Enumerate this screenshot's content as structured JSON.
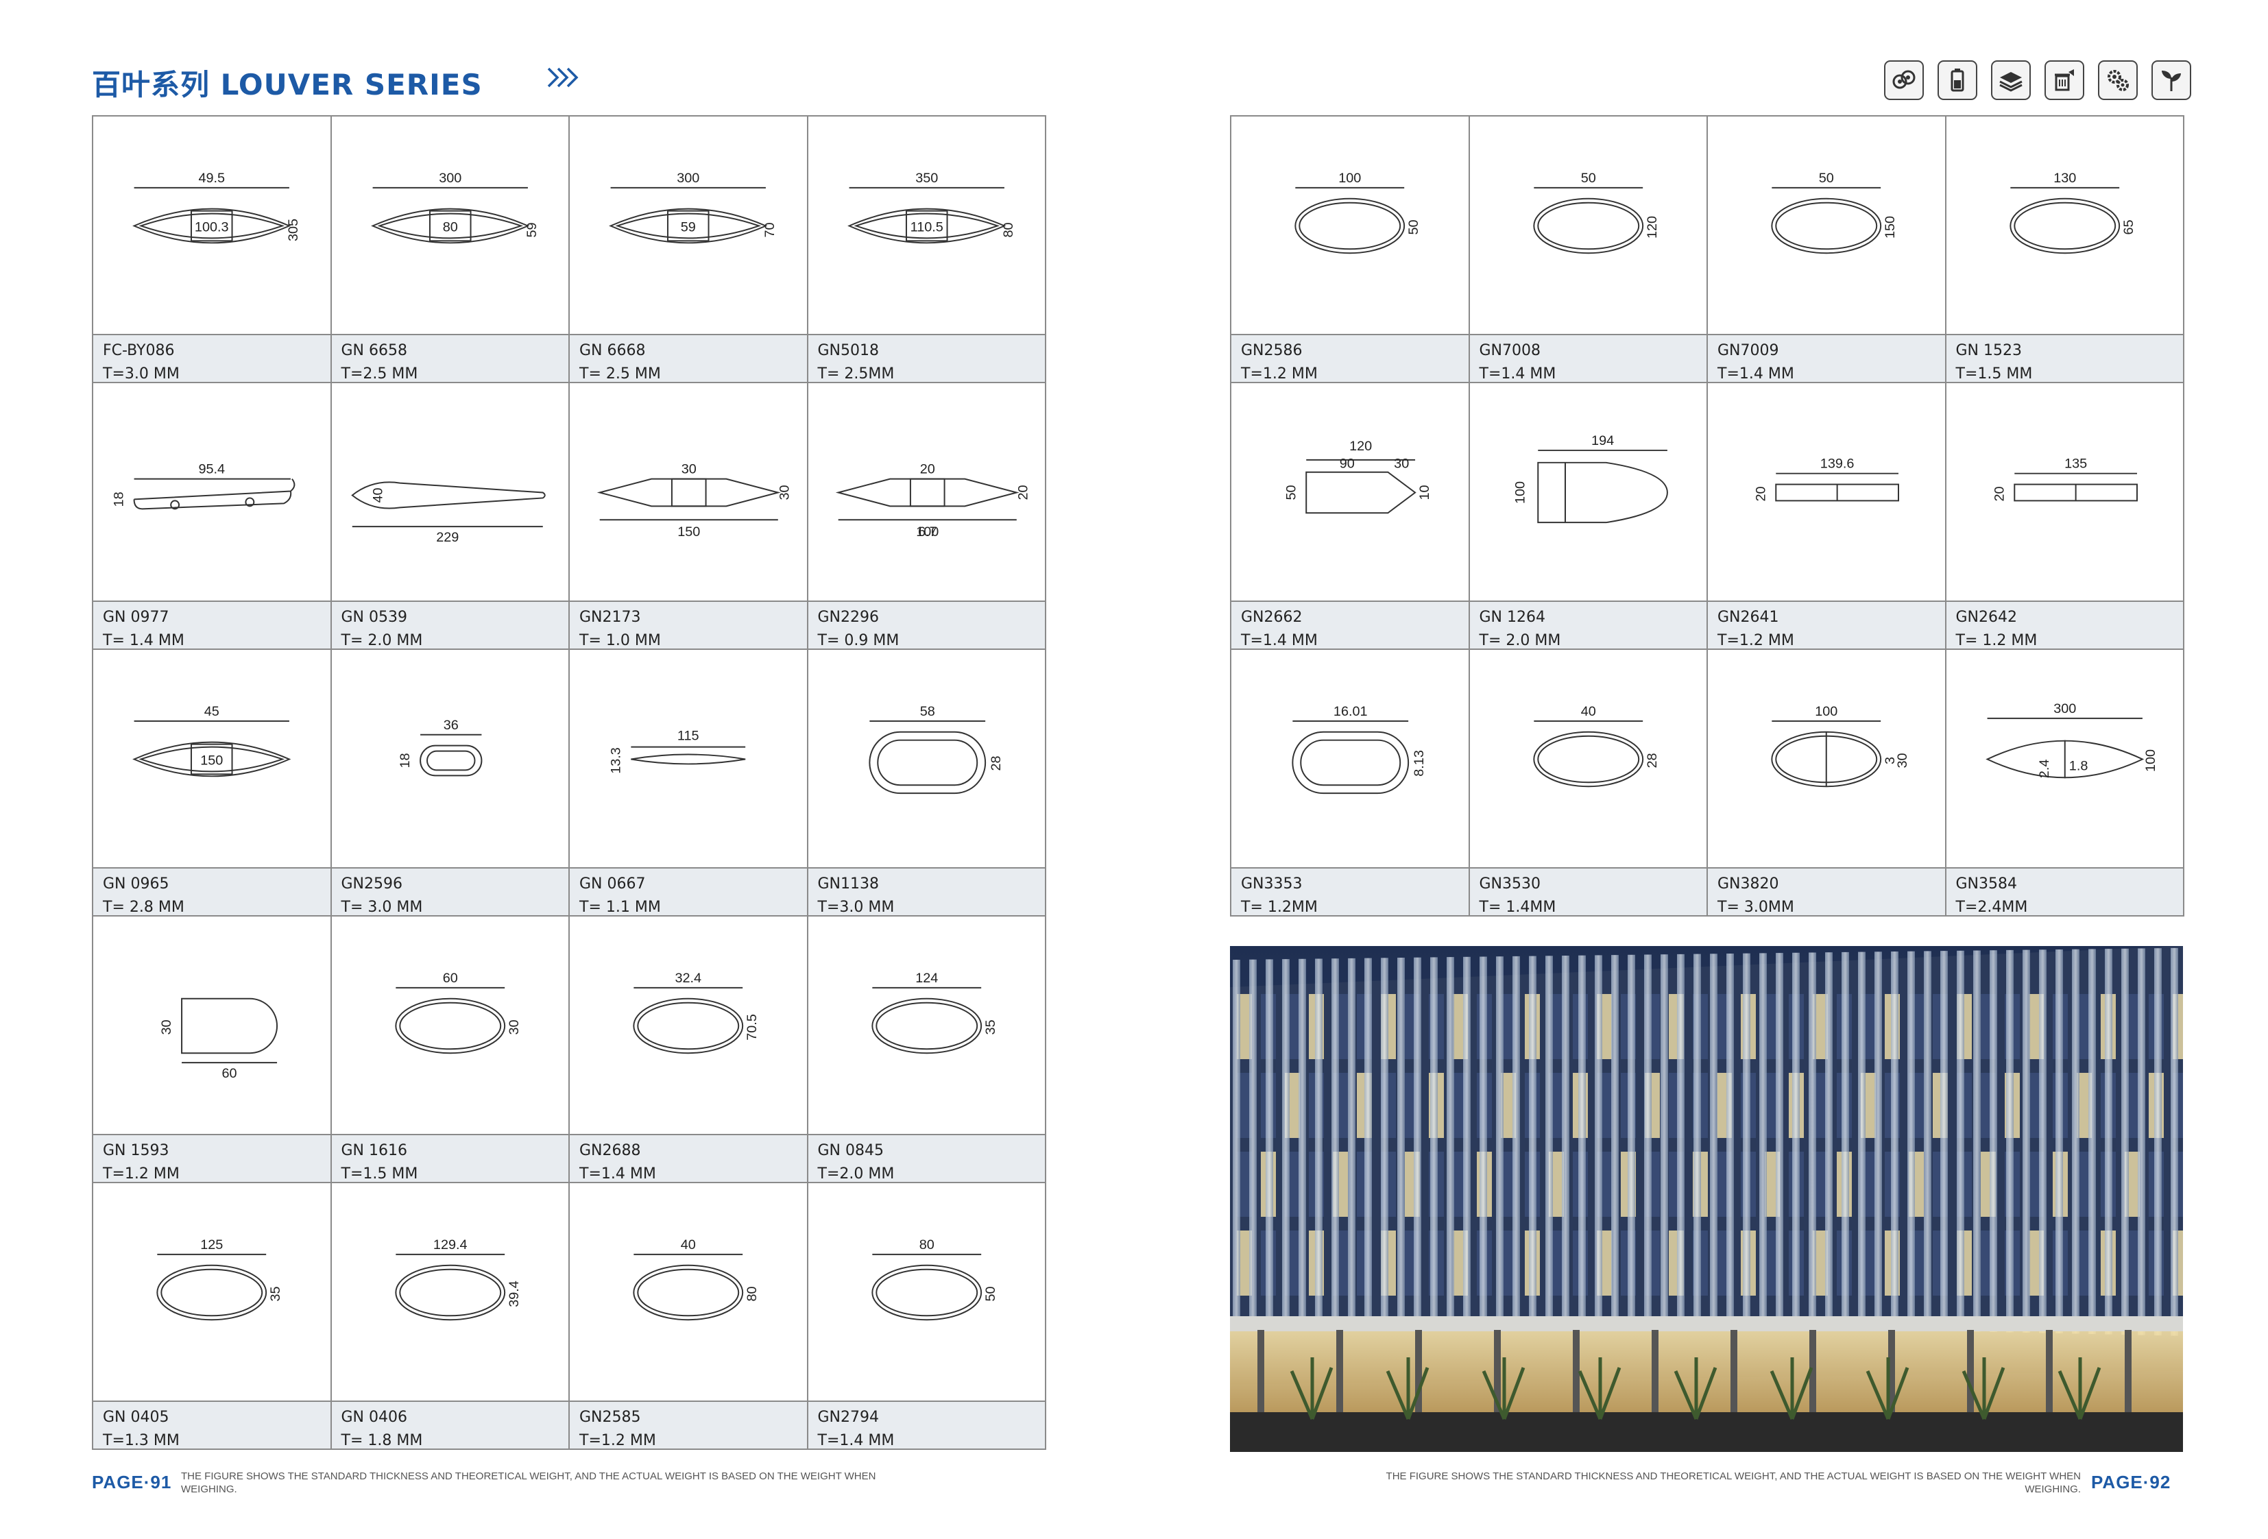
{
  "header": {
    "title": "百叶系列 LOUVER SERIES"
  },
  "header_icons": [
    "wheels-icon",
    "battery-icon",
    "stacked-plates-icon",
    "recycle-bin-icon",
    "gears-icon",
    "plant-icon"
  ],
  "colors": {
    "brand_blue": "#1d5aa6",
    "caption_bg": "#e8ecf0",
    "border": "#8a8a8a"
  },
  "left_profiles": [
    {
      "code": "FC-BY086",
      "thickness": "T=3.0 MM",
      "shape": "lens-split",
      "dims": [
        "49.5",
        "100.3",
        "305"
      ]
    },
    {
      "code": "GN 6658",
      "thickness": "T=2.5 MM",
      "shape": "lens-split",
      "dims": [
        "300",
        "80",
        "59"
      ]
    },
    {
      "code": "GN 6668",
      "thickness": "T= 2.5 MM",
      "shape": "lens-split",
      "dims": [
        "300",
        "59",
        "70"
      ]
    },
    {
      "code": "GN5018",
      "thickness": "T= 2.5MM",
      "shape": "lens-split",
      "dims": [
        "350",
        "110.5",
        "80"
      ]
    },
    {
      "code": "GN  0977",
      "thickness": "T= 1.4  MM",
      "shape": "flat-hook",
      "dims": [
        "95.4",
        "18"
      ]
    },
    {
      "code": "GN 0539",
      "thickness": "T= 2.0  MM",
      "shape": "wedge",
      "dims": [
        "40",
        "229"
      ]
    },
    {
      "code": "GN2173",
      "thickness": "T= 1.0 MM",
      "shape": "diamond-rect",
      "dims": [
        "30",
        "150",
        "30"
      ]
    },
    {
      "code": "GN2296",
      "thickness": "T= 0.9  MM",
      "shape": "diamond-rect",
      "dims": [
        "20",
        "6.7",
        "20",
        "100"
      ]
    },
    {
      "code": "GN 0965",
      "thickness": "T= 2.8  MM",
      "shape": "lens-split",
      "dims": [
        "45",
        "150"
      ]
    },
    {
      "code": "GN2596",
      "thickness": "T= 3.0  MM",
      "shape": "stadium",
      "dims": [
        "36",
        "18"
      ]
    },
    {
      "code": "GN 0667",
      "thickness": "T= 1.1 MM",
      "shape": "thin-lens",
      "dims": [
        "115",
        "13.3"
      ]
    },
    {
      "code": "GN1138",
      "thickness": "T=3.0 MM",
      "shape": "rounded-oval",
      "dims": [
        "58",
        "28"
      ]
    },
    {
      "code": "GN 1593",
      "thickness": "T=1.2 MM",
      "shape": "d-shape",
      "dims": [
        "30",
        "60"
      ]
    },
    {
      "code": "GN 1616",
      "thickness": "T=1.5 MM",
      "shape": "oval",
      "dims": [
        "60",
        "30"
      ]
    },
    {
      "code": "GN2688",
      "thickness": "T=1.4  MM",
      "shape": "oval",
      "dims": [
        "32.4",
        "70.5"
      ]
    },
    {
      "code": "GN  0845",
      "thickness": "T=2.0  MM",
      "shape": "oval",
      "dims": [
        "124",
        "35"
      ]
    },
    {
      "code": "GN  0405",
      "thickness": "T=1.3  MM",
      "shape": "oval",
      "dims": [
        "125",
        "35"
      ]
    },
    {
      "code": "GN 0406",
      "thickness": "T= 1.8 MM",
      "shape": "oval",
      "dims": [
        "129.4",
        "39.4"
      ]
    },
    {
      "code": "GN2585",
      "thickness": "T=1.2  MM",
      "shape": "oval",
      "dims": [
        "40",
        "80"
      ]
    },
    {
      "code": "GN2794",
      "thickness": "T=1.4  MM",
      "shape": "oval",
      "dims": [
        "80",
        "50"
      ]
    }
  ],
  "right_profiles": [
    {
      "code": "GN2586",
      "thickness": "T=1.2 MM",
      "shape": "oval",
      "dims": [
        "100",
        "50"
      ]
    },
    {
      "code": "GN7008",
      "thickness": "T=1.4 MM",
      "shape": "oval",
      "dims": [
        "50",
        "120"
      ]
    },
    {
      "code": "GN7009",
      "thickness": "T=1.4  MM",
      "shape": "oval",
      "dims": [
        "50",
        "150"
      ]
    },
    {
      "code": "GN 1523",
      "thickness": "T=1.5  MM",
      "shape": "oval",
      "dims": [
        "130",
        "65"
      ]
    },
    {
      "code": "GN2662",
      "thickness": "T=1.4  MM",
      "shape": "arrow",
      "dims": [
        "120",
        "90",
        "30",
        "50",
        "10"
      ]
    },
    {
      "code": "GN 1264",
      "thickness": "T= 2.0 MM",
      "shape": "bullet",
      "dims": [
        "194",
        "100"
      ]
    },
    {
      "code": "GN2641",
      "thickness": "T=1.2 MM",
      "shape": "flat-bar",
      "dims": [
        "139.6",
        "20"
      ]
    },
    {
      "code": "GN2642",
      "thickness": "T= 1.2   MM",
      "shape": "flat-bar",
      "dims": [
        "135",
        "20"
      ]
    },
    {
      "code": "GN3353",
      "thickness": "T= 1.2MM",
      "shape": "rounded-oval",
      "dims": [
        "16.01",
        "8.13"
      ]
    },
    {
      "code": "GN3530",
      "thickness": "T= 1.4MM",
      "shape": "oval",
      "dims": [
        "40",
        "28"
      ]
    },
    {
      "code": "GN3820",
      "thickness": "T= 3.0MM",
      "shape": "oval-web",
      "dims": [
        "100",
        "3",
        "30"
      ]
    },
    {
      "code": "GN3584",
      "thickness": "T=2.4MM",
      "shape": "lens-web",
      "dims": [
        "300",
        "2.4",
        "1.8",
        "100"
      ]
    }
  ],
  "footer": {
    "page_left": "PAGE·91",
    "page_right": "PAGE·92",
    "note": "THE FIGURE SHOWS THE STANDARD THICKNESS AND THEORETICAL WEIGHT, AND THE ACTUAL WEIGHT IS BASED ON THE WEIGHT WHEN WEIGHING."
  }
}
